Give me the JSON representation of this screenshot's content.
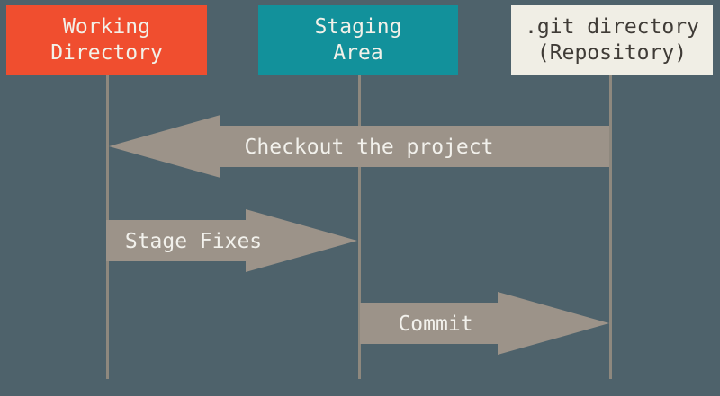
{
  "colors": {
    "background": "#4E626B",
    "arrow": "#9C9389",
    "line": "#8E887E",
    "arrow_text": "#F2F1EC"
  },
  "columns": [
    {
      "id": "working-directory",
      "label_line1": "Working",
      "label_line2": "Directory",
      "bg": "#F04E2F",
      "text_color": "#F2F1E9"
    },
    {
      "id": "staging-area",
      "label_line1": "Staging",
      "label_line2": "Area",
      "bg": "#12919B",
      "text_color": "#F2F1E9"
    },
    {
      "id": "git-directory",
      "label_line1": ".git directory",
      "label_line2": "(Repository)",
      "bg": "#F0EEE5",
      "text_color": "#3F3B36"
    }
  ],
  "arrows": [
    {
      "id": "checkout",
      "label": "Checkout the project",
      "direction": "left",
      "from": "git-directory",
      "to": "working-directory"
    },
    {
      "id": "stage-fixes",
      "label": "Stage Fixes",
      "direction": "right",
      "from": "working-directory",
      "to": "staging-area"
    },
    {
      "id": "commit",
      "label": "Commit",
      "direction": "right",
      "from": "staging-area",
      "to": "git-directory"
    }
  ]
}
